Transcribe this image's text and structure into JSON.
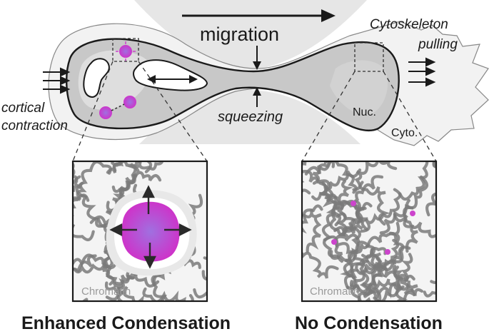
{
  "labels": {
    "migration": "migration",
    "cytoskeleton_line1": "Cytoskeleton",
    "cytoskeleton_line2": "pulling",
    "cortical_line1": "cortical",
    "cortical_line2": "contraction",
    "squeezing": "squeezing",
    "nucleus": "Nuc.",
    "cytoplasm": "Cyto.",
    "chromatin_left": "Chromatin",
    "chromatin_right": "Chromatin",
    "enhanced": "Enhanced Condensation",
    "no_condensation": "No Condensation"
  },
  "colors": {
    "condensate": "#cc44cc",
    "condensate_light": "#e8a0e8",
    "chromatin": "#7a7a7a",
    "nucleus_fill": "#c8c8c8",
    "cell_fill": "#f1f1f1",
    "channel": "#e6e6e6"
  }
}
